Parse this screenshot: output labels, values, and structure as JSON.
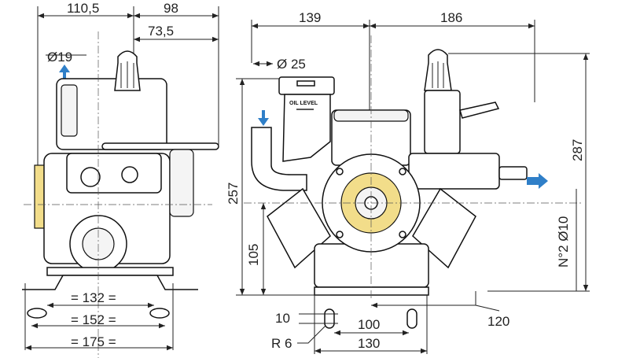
{
  "side_view": {
    "dim_top_left": "110,5",
    "dim_top_right": "98",
    "dim_outlet_offset": "73,5",
    "dim_outlet_diameter": "Ø19",
    "dim_base_132": "= 132 =",
    "dim_base_152": "= 152 =",
    "dim_base_175": "= 175 ="
  },
  "front_view": {
    "dim_top_left": "139",
    "dim_top_right": "186",
    "dim_inlet_diameter": "Ø 25",
    "oil_level_label": "OIL LEVEL",
    "dim_height_257": "257",
    "dim_height_105": "105",
    "dim_height_287": "287",
    "dim_outlets": "N°2 Ø10",
    "dim_slot_width": "10",
    "dim_slot_radius": "R 6",
    "dim_holes_100": "100",
    "dim_holes_130": "130",
    "dim_offset_120": "120"
  },
  "colors": {
    "flow_arrow": "#2f7fc8",
    "highlight": "#f2dd8a"
  }
}
